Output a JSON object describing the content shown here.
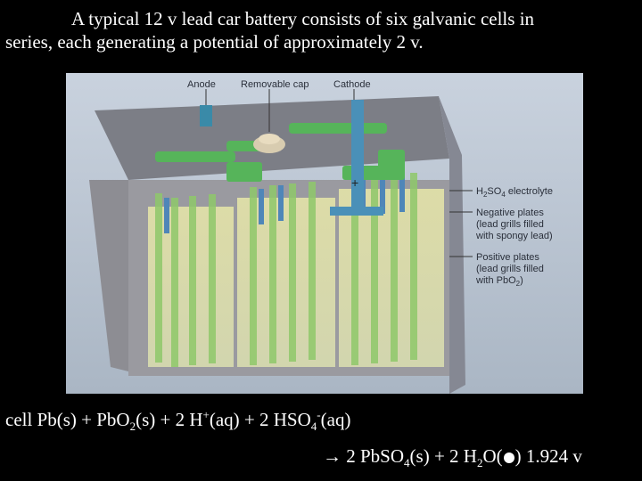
{
  "intro": {
    "line1": "A typical 12 v lead car battery consists of six galvanic cells in",
    "line2": "series, each generating a potential of approximately 2 v."
  },
  "figure": {
    "labels": {
      "anode": "Anode",
      "cap": "Removable cap",
      "cathode": "Cathode",
      "electrolyte_pre": "H",
      "electrolyte_sub": "2",
      "electrolyte_mid": "SO",
      "electrolyte_sub2": "4",
      "electrolyte_post": " electrolyte",
      "neg_l1": "Negative plates",
      "neg_l2": "(lead grills filled",
      "neg_l3": "with spongy lead)",
      "pos_l1": "Positive plates",
      "pos_l2": "(lead grills filled",
      "pos_l3": "with PbO",
      "pos_l3_sub": "2",
      "pos_l3_post": ")",
      "plus": "+"
    }
  },
  "equation": {
    "l1_a": "cell Pb(s) + PbO",
    "l1_b": "2",
    "l1_c": "(s) + 2 H",
    "l1_d": "+",
    "l1_e": "(aq) + 2 HSO",
    "l1_f": "4",
    "l1_g": "-",
    "l1_h": "(aq)",
    "l2_arrow": "→",
    "l2_a": " 2 PbSO",
    "l2_b": "4",
    "l2_c": "(s) + 2 H",
    "l2_d": "2",
    "l2_e": "O(",
    "l2_f": ")  1.924 v"
  }
}
